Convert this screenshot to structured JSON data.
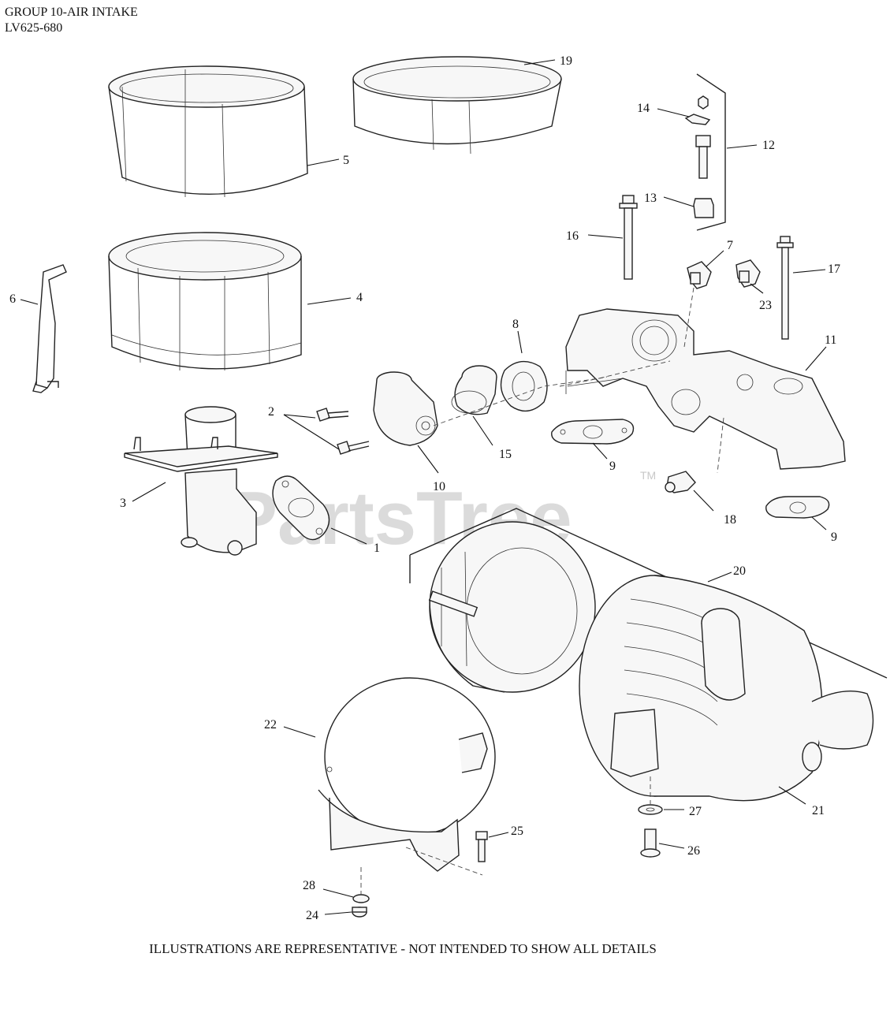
{
  "header": {
    "title": "GROUP 10-AIR INTAKE",
    "model": "LV625-680"
  },
  "footer": {
    "note": "ILLUSTRATIONS ARE REPRESENTATIVE - NOT INTENDED TO SHOW ALL DETAILS"
  },
  "watermark": {
    "text": "PartsTree",
    "tm": "TM",
    "color": "#cfcfcf"
  },
  "callouts": {
    "c1": "1",
    "c2": "2",
    "c3": "3",
    "c4": "4",
    "c5": "5",
    "c6": "6",
    "c7": "7",
    "c8": "8",
    "c9a": "9",
    "c9b": "9",
    "c10": "10",
    "c11": "11",
    "c12": "12",
    "c13": "13",
    "c14": "14",
    "c15": "15",
    "c16": "16",
    "c17": "17",
    "c18": "18",
    "c19": "19",
    "c20": "20",
    "c21": "21",
    "c22": "22",
    "c23": "23",
    "c24": "24",
    "c25": "25",
    "c26": "26",
    "c27": "27",
    "c28": "28"
  }
}
